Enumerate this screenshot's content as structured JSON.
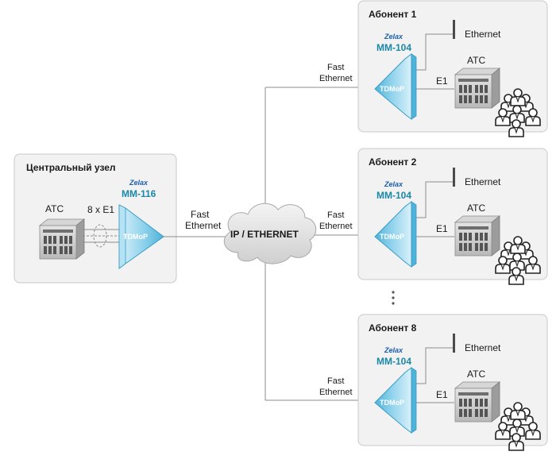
{
  "central": {
    "title": "Центральный узел",
    "brand": "Zelax",
    "model": "MM-116",
    "device": "TDMoP",
    "atc": "ATC",
    "link": "8 x E1",
    "uplink_line1": "Fast",
    "uplink_line2": "Ethernet"
  },
  "cloud": {
    "label": "IP / ETHERNET"
  },
  "subscribers": [
    {
      "title": "Абонент 1",
      "brand": "Zelax",
      "model": "MM-104",
      "device": "TDMoP",
      "atc": "ATC",
      "e1": "E1",
      "ethernet": "Ethernet",
      "fast1": "Fast",
      "fast2": "Ethernet"
    },
    {
      "title": "Абонент 2",
      "brand": "Zelax",
      "model": "MM-104",
      "device": "TDMoP",
      "atc": "ATC",
      "e1": "E1",
      "ethernet": "Ethernet",
      "fast1": "Fast",
      "fast2": "Ethernet"
    },
    {
      "title": "Абонент 8",
      "brand": "Zelax",
      "model": "MM-104",
      "device": "TDMoP",
      "atc": "ATC",
      "e1": "E1",
      "ethernet": "Ethernet",
      "fast1": "Fast",
      "fast2": "Ethernet"
    }
  ],
  "colors": {
    "accent": "#1a88a8",
    "device_fill": "#8fd2ec",
    "panel": "#f2f2f2"
  }
}
